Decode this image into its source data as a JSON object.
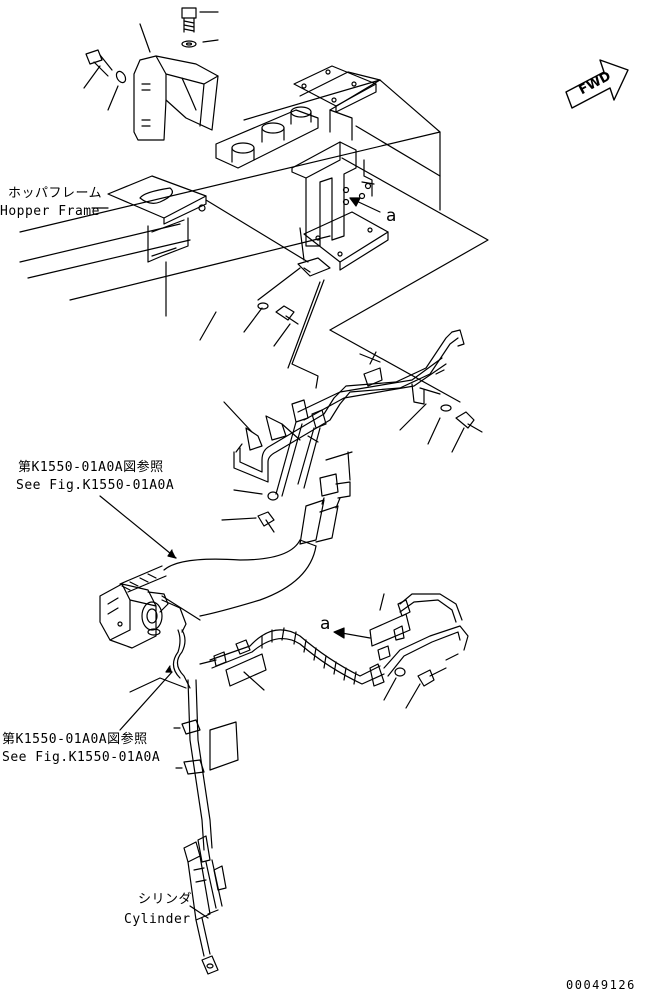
{
  "labels": {
    "hopper_frame_jp": "ホッパフレーム",
    "hopper_frame_en": "Hopper Frame",
    "see_fig_1_jp": "第K1550-01A0A図参照",
    "see_fig_1_en": "See Fig.K1550-01A0A",
    "see_fig_2_jp": "第K1550-01A0A図参照",
    "see_fig_2_en": "See Fig.K1550-01A0A",
    "cylinder_jp": "シリンダ",
    "cylinder_en": "Cylinder",
    "view_marker_top": "a",
    "view_marker_bottom": "a",
    "fwd": "FWD",
    "drawing_code": "00049126"
  }
}
